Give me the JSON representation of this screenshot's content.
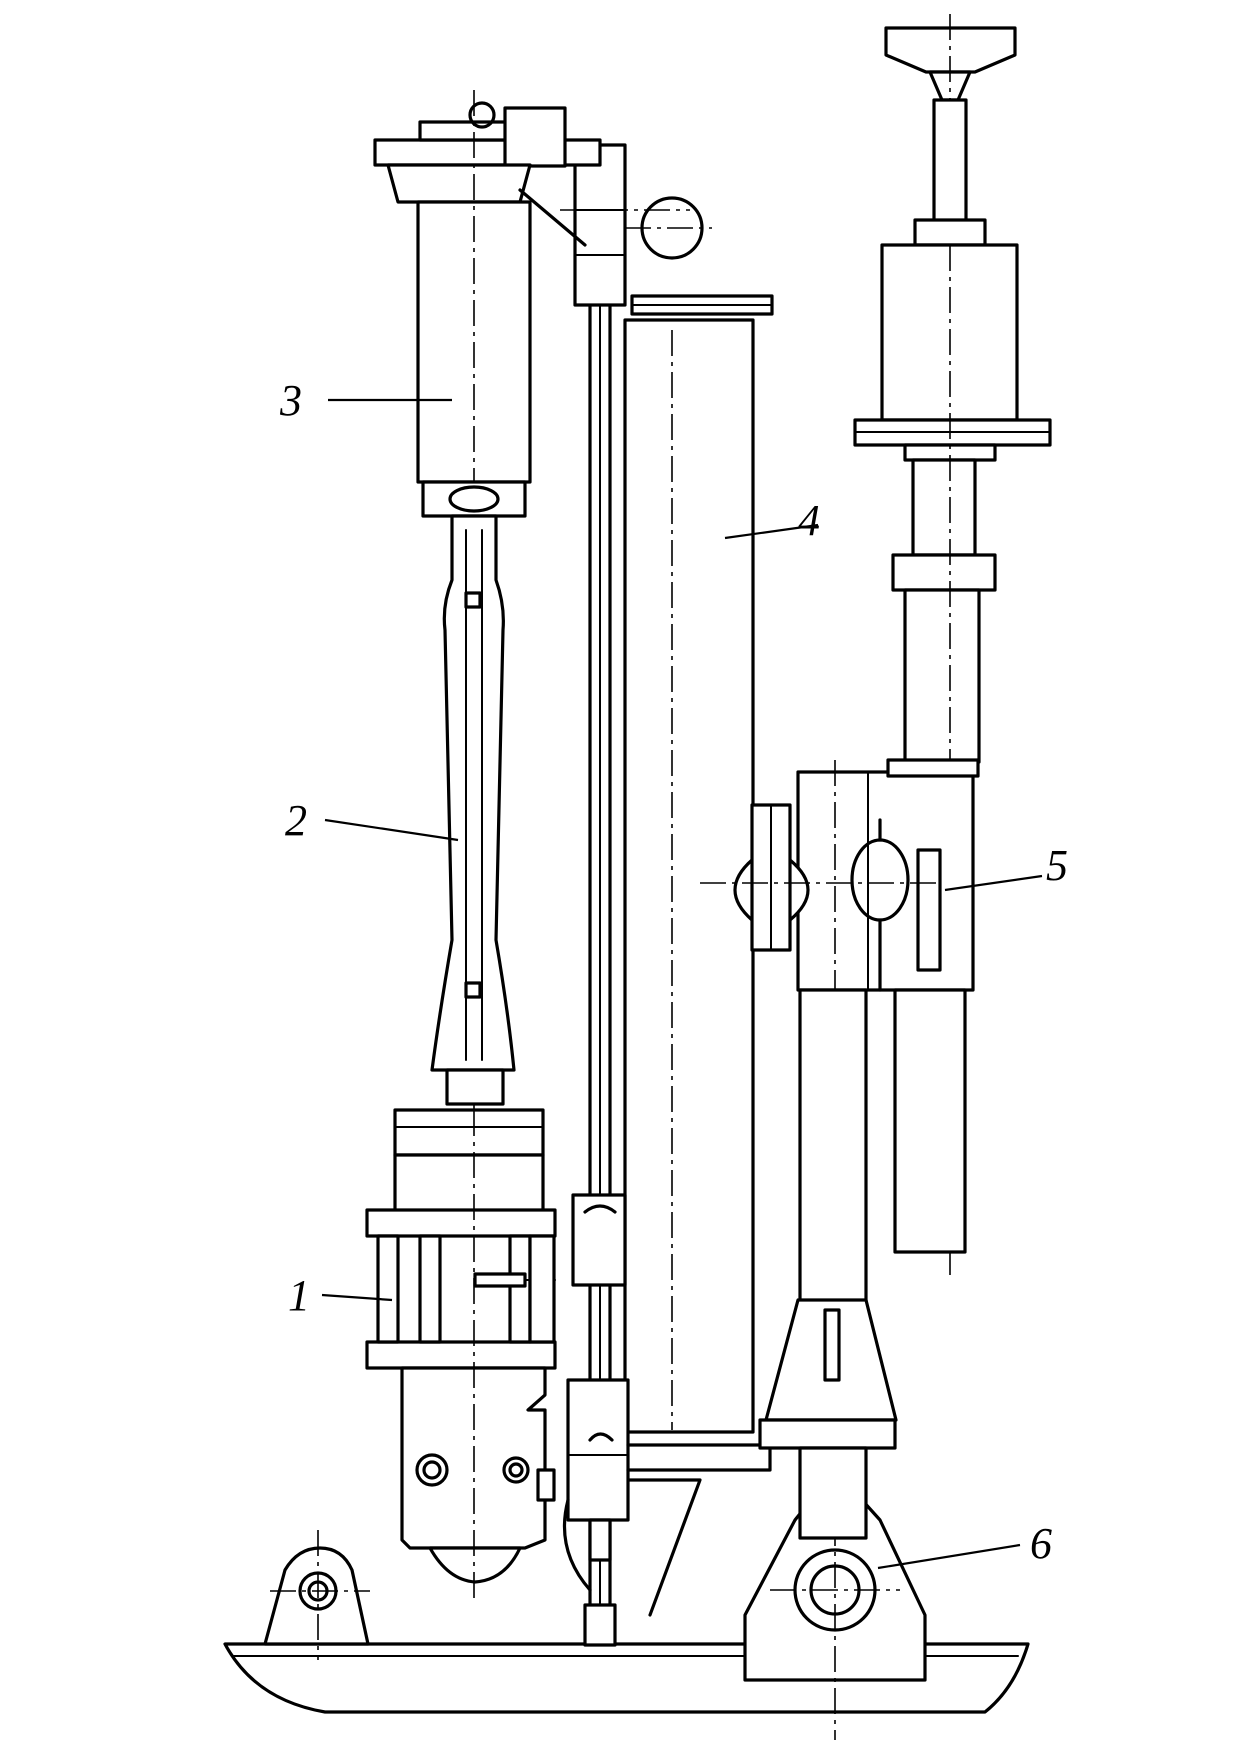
{
  "figure": {
    "callouts": [
      {
        "id": "1",
        "text": "1"
      },
      {
        "id": "2",
        "text": "2"
      },
      {
        "id": "3",
        "text": "3"
      },
      {
        "id": "4",
        "text": "4"
      },
      {
        "id": "5",
        "text": "5"
      },
      {
        "id": "6",
        "text": "6"
      }
    ],
    "colors": {
      "line": "#000000",
      "background": "#ffffff"
    }
  }
}
